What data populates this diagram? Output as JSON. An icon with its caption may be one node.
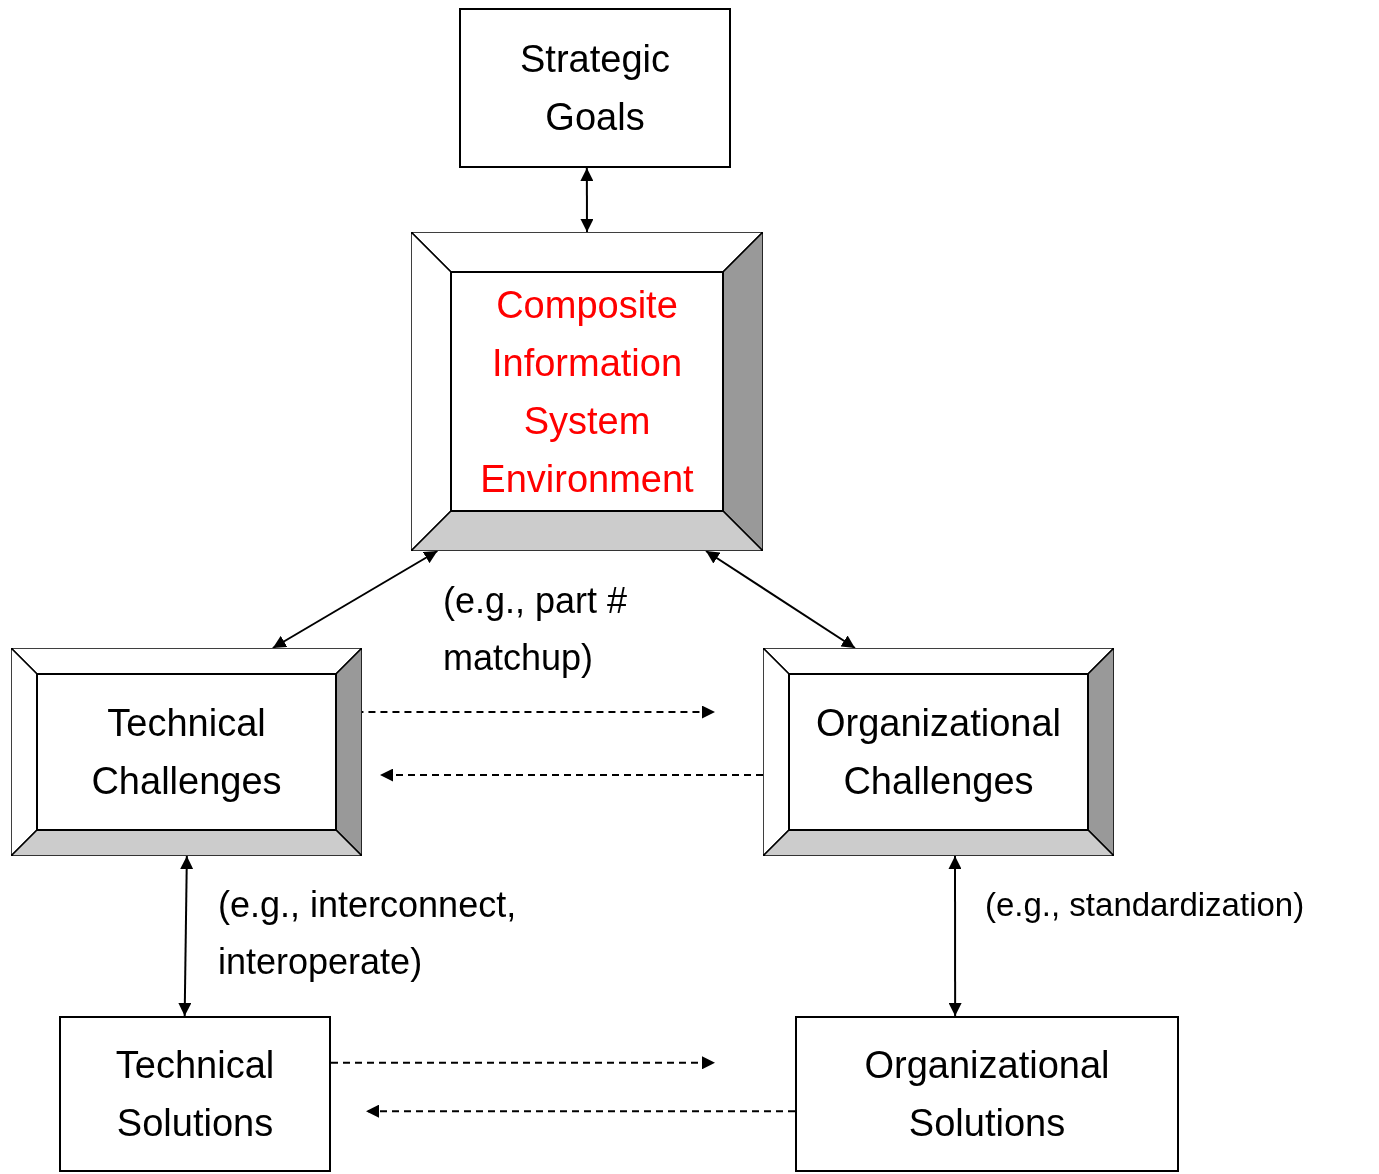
{
  "diagram": {
    "nodes": [
      {
        "text": [
          "Strategic Goals"
        ]
      },
      {
        "text": [
          "Composite Information System Environment"
        ]
      },
      {
        "text": [
          "Technical Challenges"
        ]
      },
      {
        "text": [
          "Organizational Challenges"
        ]
      },
      {
        "text": [
          "Technical Solutions"
        ]
      },
      {
        "text": [
          "Organizational Solutions"
        ]
      }
    ],
    "edges": [
      {
        "from": 0,
        "to": 1,
        "arrow": "both"
      },
      {
        "from": 1,
        "to": 2,
        "arrow": "both"
      },
      {
        "from": 1,
        "to": 3,
        "arrow": "both"
      },
      {
        "from": 2,
        "to": 4,
        "arrow": "both"
      },
      {
        "from": 3,
        "to": 5,
        "arrow": "both"
      },
      {
        "from": 2,
        "to": 3,
        "arrow": "to",
        "style": "dashed"
      },
      {
        "from": 3,
        "to": 2,
        "arrow": "to",
        "style": "dashed"
      },
      {
        "from": 4,
        "to": 5,
        "arrow": "to",
        "style": "dashed"
      },
      {
        "from": 5,
        "to": 4,
        "arrow": "to",
        "style": "dashed"
      }
    ],
    "labels": [
      "(e.g., part # matchup)",
      "(e.g., interconnect, interoperate)",
      "(e.g., standardization)"
    ]
  }
}
